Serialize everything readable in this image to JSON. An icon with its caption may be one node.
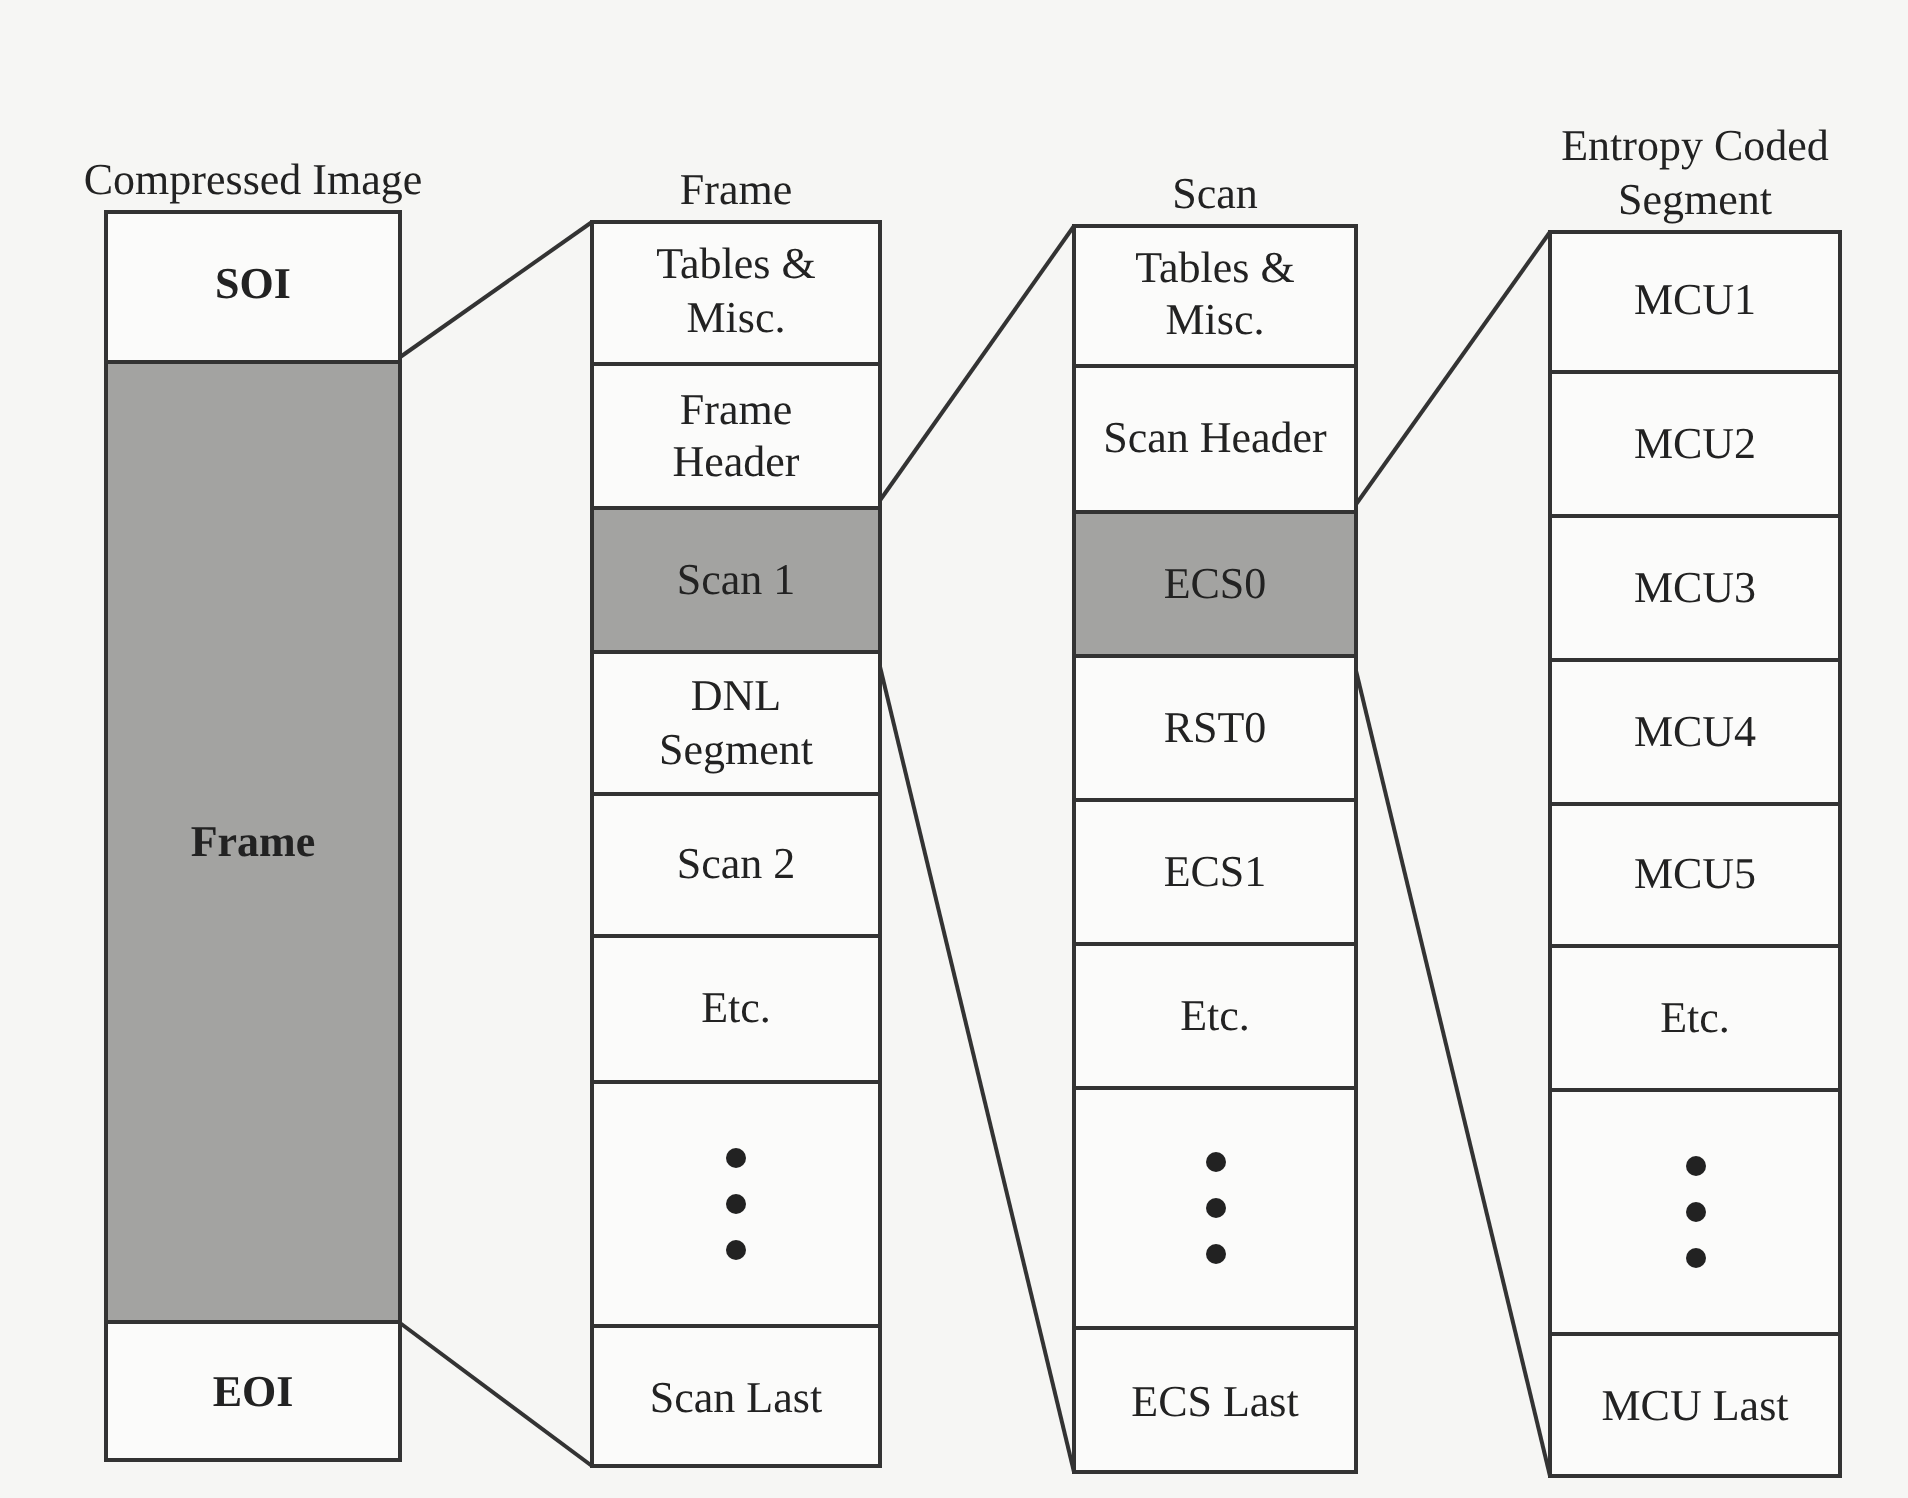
{
  "diagram": {
    "nodes": [
      {
        "text": [
          "Compressed Image"
        ]
      },
      {
        "text": [
          "SOI"
        ],
        "in": 0
      },
      {
        "text": [
          "Frame"
        ],
        "in": 0
      },
      {
        "text": [
          "EOI"
        ],
        "in": 0
      },
      {
        "text": [
          "Frame"
        ]
      },
      {
        "text": [
          "Tables & Misc."
        ],
        "in": 4
      },
      {
        "text": [
          "Frame Header"
        ],
        "in": 4
      },
      {
        "text": [
          "Scan 1"
        ],
        "in": 4
      },
      {
        "text": [
          "DNL Segment"
        ],
        "in": 4
      },
      {
        "text": [
          "Scan 2"
        ],
        "in": 4
      },
      {
        "text": [
          "Etc."
        ],
        "in": 4
      },
      {
        "text": [],
        "shape": "box",
        "in": 4
      },
      {
        "text": [
          "Scan Last"
        ],
        "in": 4
      },
      {
        "text": [
          "Scan"
        ]
      },
      {
        "text": [
          "Tables & Misc."
        ],
        "in": 13
      },
      {
        "text": [
          "Scan Header"
        ],
        "in": 13
      },
      {
        "text": [
          "ECS0"
        ],
        "in": 13
      },
      {
        "text": [
          "RST0"
        ],
        "in": 13
      },
      {
        "text": [
          "ECS1"
        ],
        "in": 13
      },
      {
        "text": [
          "Etc."
        ],
        "in": 13
      },
      {
        "text": [],
        "shape": "box",
        "in": 13
      },
      {
        "text": [
          "ECS Last"
        ],
        "in": 13
      },
      {
        "text": [
          "Entropy Coded Segment"
        ]
      },
      {
        "text": [
          "MCU1"
        ],
        "in": 22
      },
      {
        "text": [
          "MCU2"
        ],
        "in": 22
      },
      {
        "text": [
          "MCU3"
        ],
        "in": 22
      },
      {
        "text": [
          "MCU4"
        ],
        "in": 22
      },
      {
        "text": [
          "MCU5"
        ],
        "in": 22
      },
      {
        "text": [
          "Etc."
        ],
        "in": 22
      },
      {
        "text": [],
        "shape": "box",
        "in": 22
      },
      {
        "text": [
          "MCU Last"
        ],
        "in": 22
      }
    ],
    "edges": [
      {
        "from": 2,
        "to": 4,
        "arrow": "none"
      },
      {
        "from": 2,
        "to": 4,
        "arrow": "none"
      },
      {
        "from": 7,
        "to": 13,
        "arrow": "none"
      },
      {
        "from": 7,
        "to": 13,
        "arrow": "none"
      },
      {
        "from": 16,
        "to": 22,
        "arrow": "none"
      },
      {
        "from": 16,
        "to": 22,
        "arrow": "none"
      }
    ]
  }
}
